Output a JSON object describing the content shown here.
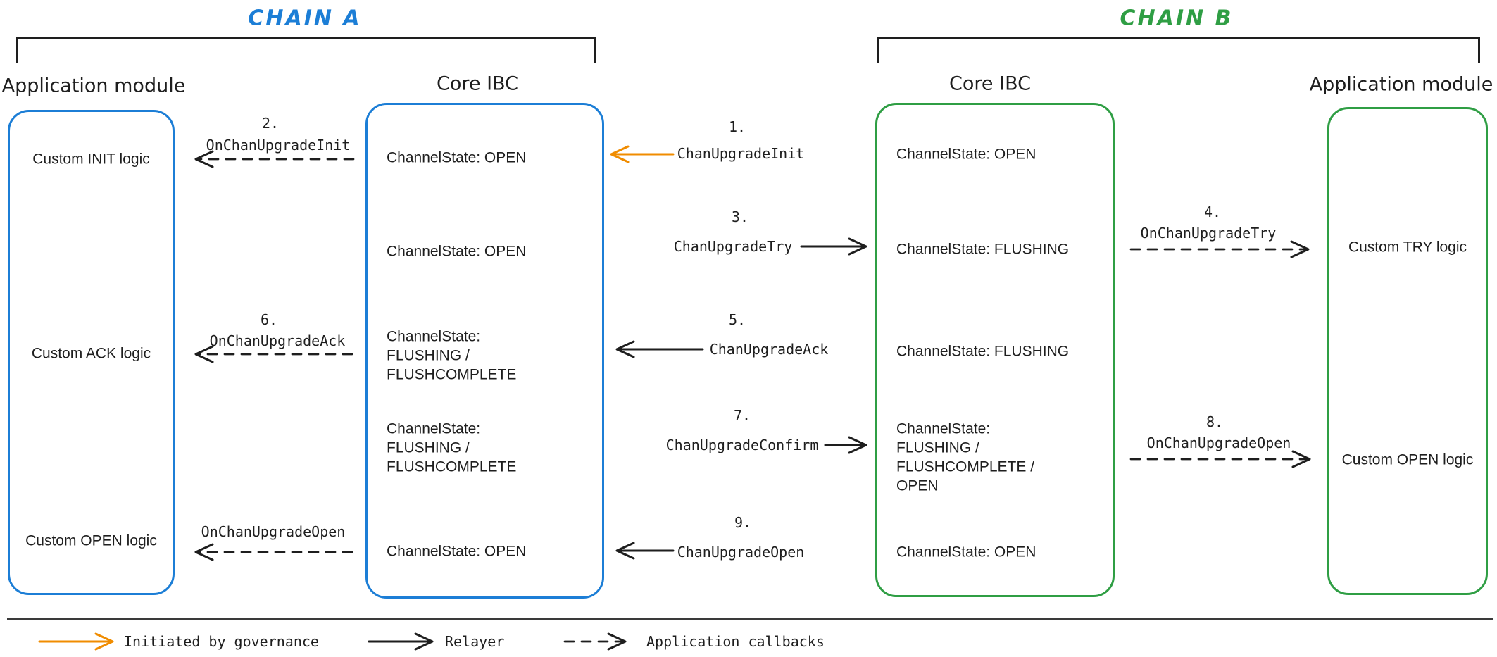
{
  "titles": {
    "chain_a": "CHAIN A",
    "chain_b": "CHAIN B"
  },
  "columns": {
    "app_a": {
      "label": "Application module",
      "rows": [
        "Custom INIT logic",
        "Custom ACK logic",
        "Custom OPEN logic"
      ]
    },
    "core_a": {
      "label": "Core IBC",
      "rows": [
        "ChannelState: OPEN",
        "ChannelState: OPEN",
        "ChannelState:\nFLUSHING / FLUSHCOMPLETE",
        "ChannelState:\nFLUSHING / FLUSHCOMPLETE",
        "ChannelState: OPEN"
      ]
    },
    "core_b": {
      "label": "Core IBC",
      "rows": [
        "ChannelState: OPEN",
        "ChannelState: FLUSHING",
        "ChannelState: FLUSHING",
        "ChannelState:\nFLUSHING / FLUSHCOMPLETE /\nOPEN",
        "ChannelState: OPEN"
      ]
    },
    "app_b": {
      "label": "Application module",
      "rows": [
        "Custom TRY logic",
        "Custom OPEN logic"
      ]
    }
  },
  "messages": {
    "m1": {
      "num": "1.",
      "name": "ChanUpgradeInit",
      "kind": "governance"
    },
    "m2": {
      "num": "2.",
      "name": "OnChanUpgradeInit",
      "kind": "callback"
    },
    "m3": {
      "num": "3.",
      "name": "ChanUpgradeTry",
      "kind": "relayer"
    },
    "m4": {
      "num": "4.",
      "name": "OnChanUpgradeTry",
      "kind": "callback"
    },
    "m5": {
      "num": "5.",
      "name": "ChanUpgradeAck",
      "kind": "relayer"
    },
    "m6": {
      "num": "6.",
      "name": "OnChanUpgradeAck",
      "kind": "callback"
    },
    "m7": {
      "num": "7.",
      "name": "ChanUpgradeConfirm",
      "kind": "relayer"
    },
    "m8": {
      "num": "8.",
      "name": "OnChanUpgradeOpen",
      "kind": "callback"
    },
    "m9": {
      "num": "9.",
      "name": "ChanUpgradeOpen",
      "kind": "relayer"
    },
    "m10": {
      "name": "OnChanUpgradeOpen",
      "kind": "callback"
    }
  },
  "legend": {
    "governance": "Initiated by governance",
    "relayer": "Relayer",
    "callbacks": "Application callbacks"
  },
  "colors": {
    "chain_a_accent": "#1c7ed6",
    "chain_b_accent": "#2f9e44",
    "governance_arrow": "#f08c00",
    "ink": "#1e1e1e"
  }
}
